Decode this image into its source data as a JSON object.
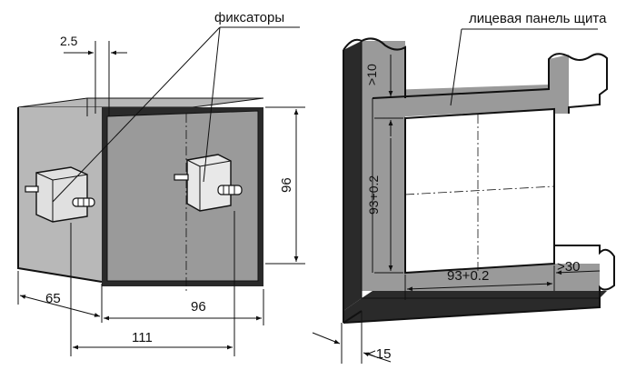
{
  "callouts": {
    "latches": "фиксаторы",
    "front_panel": "лицевая панель щита"
  },
  "dimensions": {
    "pitch": "2.5",
    "depth": "65",
    "total_depth": "111",
    "front_width": "96",
    "front_height": "96",
    "cutout_height": "93+0.2",
    "cutout_width": "93+0.2",
    "top_margin": ">10",
    "side_margin": ">30",
    "panel_thickness": "<15"
  }
}
